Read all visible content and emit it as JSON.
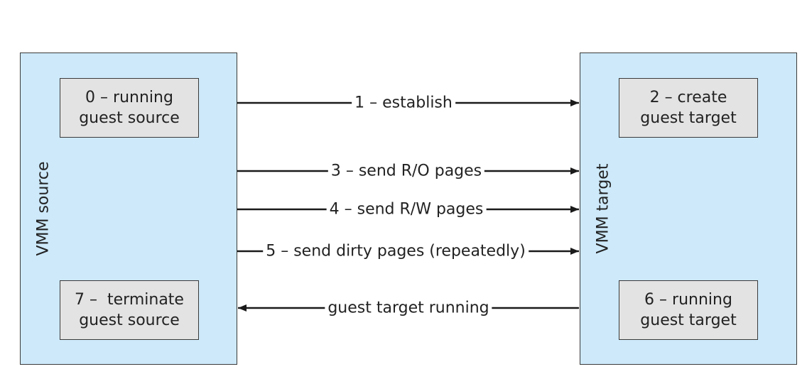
{
  "vmm_source": {
    "label": "VMM source",
    "box_running": "0 – running\nguest source",
    "box_terminate": "7 –  terminate\nguest source"
  },
  "vmm_target": {
    "label": "VMM target",
    "box_create": "2 – create\nguest target",
    "box_running": "6 – running\nguest target"
  },
  "arrows": {
    "establish": "1 – establish",
    "send_ro": "3 – send R/O pages",
    "send_rw": "4 – send R/W pages",
    "send_dirty": "5 – send dirty pages (repeatedly)",
    "target_running": "guest  target running"
  },
  "colors": {
    "vmm_fill": "#cde9fa",
    "box_fill": "#e3e3e3",
    "line": "#1a1a1a"
  }
}
